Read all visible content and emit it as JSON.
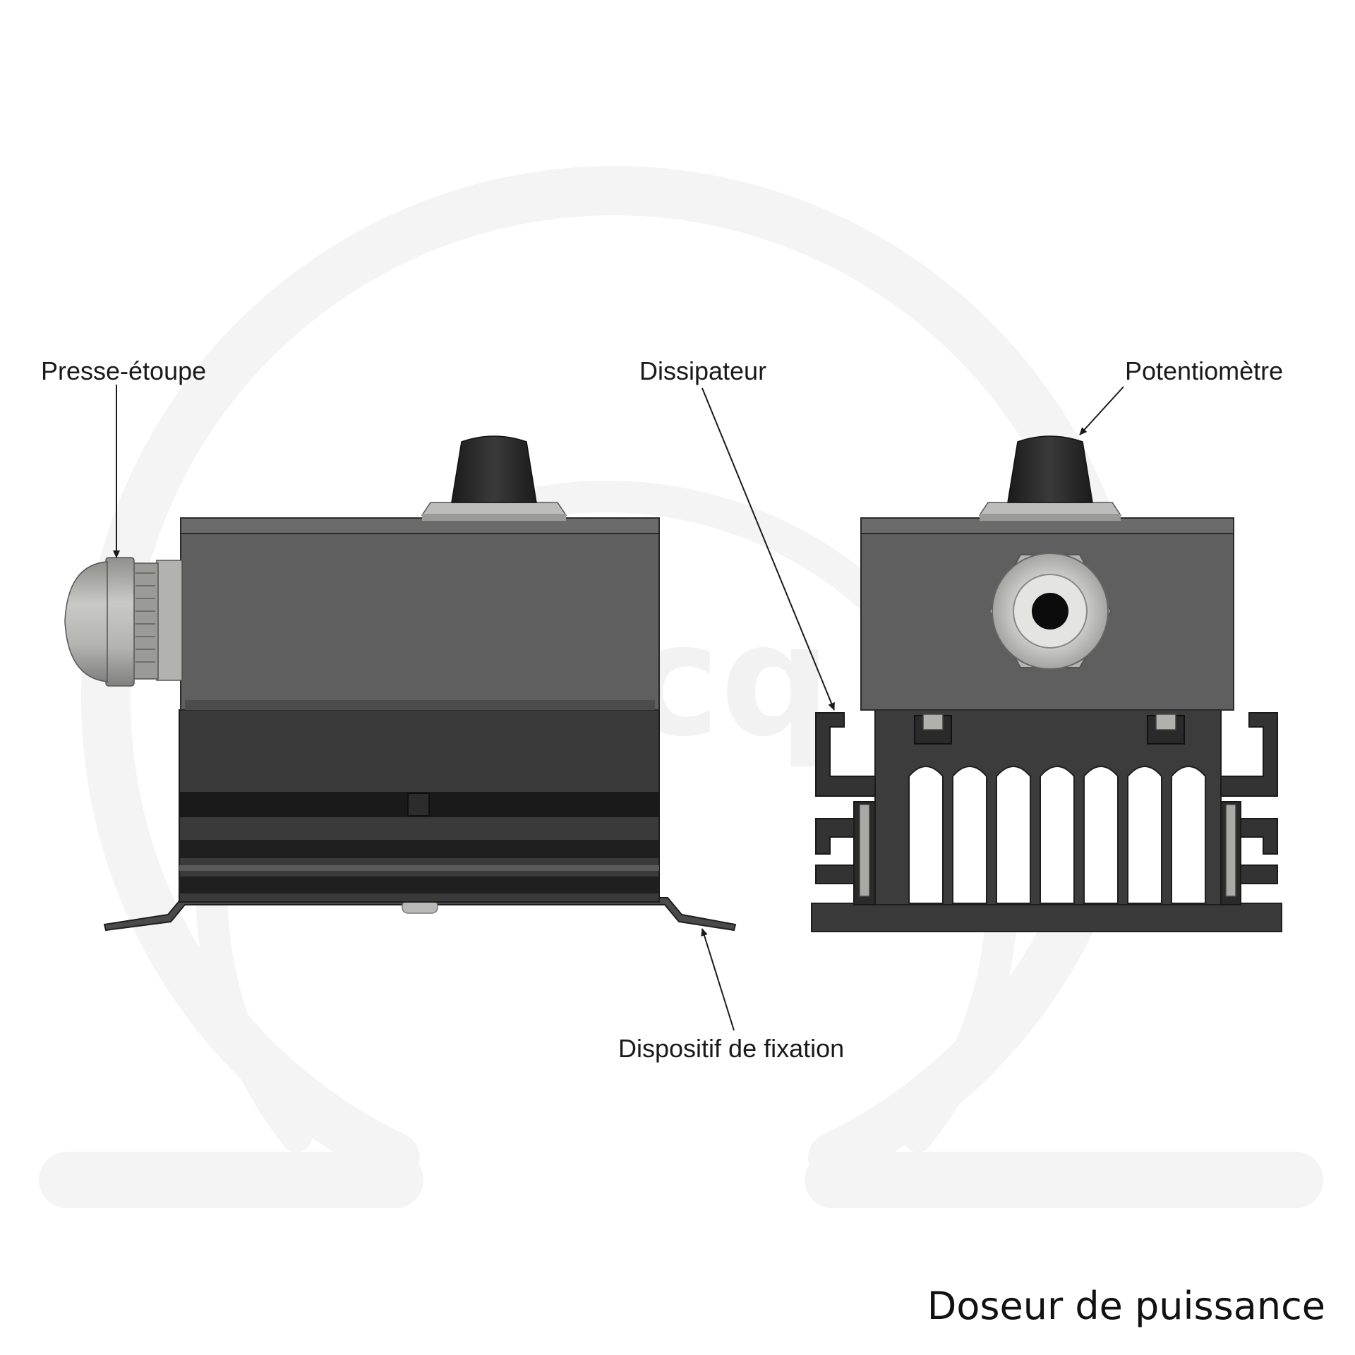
{
  "title": "Doseur de puissance",
  "callouts": {
    "cable_gland": "Presse-étoupe",
    "heatsink": "Dissipateur",
    "potentiometer": "Potentiomètre",
    "mounting": "Dispositif de fixation"
  },
  "colors": {
    "housing": "#5f5f5f",
    "housing_dark": "#3b3b3b",
    "heatsink": "#2e2e2e",
    "gland": "#b9b9b6",
    "knob": "#262626",
    "watermark": "#f4f4f4",
    "text": "#1a1a1a"
  }
}
